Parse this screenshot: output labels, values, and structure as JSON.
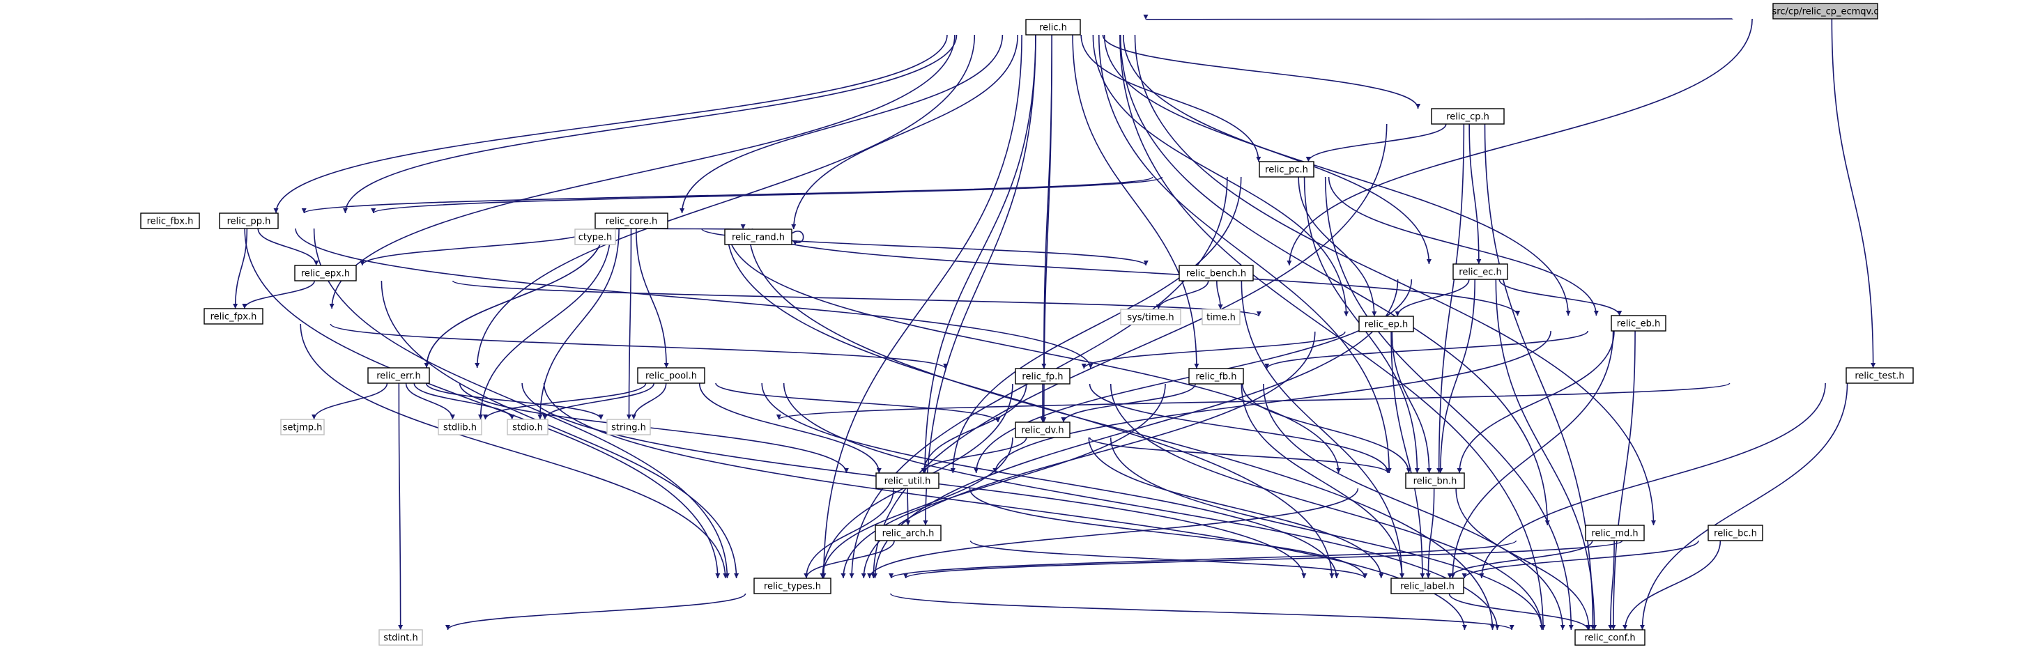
{
  "colors": {
    "edge": "#191970",
    "root_fill": "#bfbfbf",
    "node_border": "#000000",
    "external_border": "#bfbfbf"
  },
  "nodes": [
    {
      "id": "root",
      "label": "src/cp/relic_cp_ecmqv.c",
      "kind": "root"
    },
    {
      "id": "relic",
      "label": "relic.h"
    },
    {
      "id": "relic_cp",
      "label": "relic_cp.h"
    },
    {
      "id": "relic_pc",
      "label": "relic_pc.h"
    },
    {
      "id": "relic_fbx",
      "label": "relic_fbx.h"
    },
    {
      "id": "relic_pp",
      "label": "relic_pp.h"
    },
    {
      "id": "relic_core",
      "label": "relic_core.h"
    },
    {
      "id": "ctype",
      "label": "ctype.h",
      "kind": "external"
    },
    {
      "id": "relic_rand",
      "label": "relic_rand.h"
    },
    {
      "id": "relic_bench",
      "label": "relic_bench.h"
    },
    {
      "id": "relic_ec",
      "label": "relic_ec.h"
    },
    {
      "id": "relic_epx",
      "label": "relic_epx.h"
    },
    {
      "id": "relic_fpx",
      "label": "relic_fpx.h"
    },
    {
      "id": "sys_time",
      "label": "sys/time.h",
      "kind": "external"
    },
    {
      "id": "time",
      "label": "time.h",
      "kind": "external"
    },
    {
      "id": "relic_ep",
      "label": "relic_ep.h"
    },
    {
      "id": "relic_eb",
      "label": "relic_eb.h"
    },
    {
      "id": "relic_err",
      "label": "relic_err.h"
    },
    {
      "id": "relic_pool",
      "label": "relic_pool.h"
    },
    {
      "id": "relic_fp",
      "label": "relic_fp.h"
    },
    {
      "id": "relic_fb",
      "label": "relic_fb.h"
    },
    {
      "id": "relic_test",
      "label": "relic_test.h"
    },
    {
      "id": "setjmp",
      "label": "setjmp.h",
      "kind": "external"
    },
    {
      "id": "stdlib",
      "label": "stdlib.h",
      "kind": "external"
    },
    {
      "id": "stdio",
      "label": "stdio.h",
      "kind": "external"
    },
    {
      "id": "string",
      "label": "string.h",
      "kind": "external"
    },
    {
      "id": "relic_dv",
      "label": "relic_dv.h"
    },
    {
      "id": "relic_util",
      "label": "relic_util.h"
    },
    {
      "id": "relic_bn",
      "label": "relic_bn.h"
    },
    {
      "id": "relic_arch",
      "label": "relic_arch.h"
    },
    {
      "id": "relic_md",
      "label": "relic_md.h"
    },
    {
      "id": "relic_bc",
      "label": "relic_bc.h"
    },
    {
      "id": "relic_types",
      "label": "relic_types.h"
    },
    {
      "id": "relic_label",
      "label": "relic_label.h"
    },
    {
      "id": "stdint",
      "label": "stdint.h",
      "kind": "external"
    },
    {
      "id": "relic_conf",
      "label": "relic_conf.h"
    }
  ],
  "edges": [
    [
      "root",
      "relic"
    ],
    [
      "root",
      "relic_bench"
    ],
    [
      "root",
      "relic_test"
    ],
    [
      "relic",
      "relic_cp"
    ],
    [
      "relic",
      "relic_pc"
    ],
    [
      "relic",
      "relic_fbx"
    ],
    [
      "relic",
      "relic_pp"
    ],
    [
      "relic",
      "relic_core"
    ],
    [
      "relic",
      "relic_rand"
    ],
    [
      "relic",
      "relic_ec"
    ],
    [
      "relic",
      "relic_fpx"
    ],
    [
      "relic",
      "relic_ep"
    ],
    [
      "relic",
      "relic_eb"
    ],
    [
      "relic",
      "relic_err"
    ],
    [
      "relic",
      "relic_fp"
    ],
    [
      "relic",
      "relic_fb"
    ],
    [
      "relic",
      "relic_dv"
    ],
    [
      "relic",
      "relic_util"
    ],
    [
      "relic",
      "relic_bn"
    ],
    [
      "relic",
      "relic_arch"
    ],
    [
      "relic",
      "relic_md"
    ],
    [
      "relic",
      "relic_bc"
    ],
    [
      "relic",
      "relic_types"
    ],
    [
      "relic",
      "relic_conf"
    ],
    [
      "relic_cp",
      "relic_pc"
    ],
    [
      "relic_cp",
      "relic_ec"
    ],
    [
      "relic_cp",
      "relic_bn"
    ],
    [
      "relic_cp",
      "relic_types"
    ],
    [
      "relic_cp",
      "relic_conf"
    ],
    [
      "relic_pc",
      "relic_fbx"
    ],
    [
      "relic_pc",
      "relic_pp"
    ],
    [
      "relic_pc",
      "relic_ep"
    ],
    [
      "relic_pc",
      "relic_eb"
    ],
    [
      "relic_pc",
      "relic_bn"
    ],
    [
      "relic_pc",
      "relic_util"
    ],
    [
      "relic_pc",
      "relic_types"
    ],
    [
      "relic_pc",
      "relic_conf"
    ],
    [
      "relic_fbx",
      "relic_fb"
    ],
    [
      "relic_fbx",
      "relic_types"
    ],
    [
      "relic_pp",
      "relic_epx"
    ],
    [
      "relic_pp",
      "relic_fpx"
    ],
    [
      "relic_pp",
      "relic_types"
    ],
    [
      "relic_core",
      "ctype"
    ],
    [
      "relic_core",
      "relic_rand"
    ],
    [
      "relic_core",
      "relic_bench"
    ],
    [
      "relic_core",
      "relic_epx"
    ],
    [
      "relic_core",
      "relic_err"
    ],
    [
      "relic_core",
      "relic_pool"
    ],
    [
      "relic_core",
      "stdlib"
    ],
    [
      "relic_core",
      "stdio"
    ],
    [
      "relic_core",
      "string"
    ],
    [
      "relic_core",
      "relic_eb"
    ],
    [
      "relic_core",
      "relic_bn"
    ],
    [
      "relic_core",
      "relic_label"
    ],
    [
      "relic_core",
      "relic_conf"
    ],
    [
      "relic_rand",
      "relic_rand"
    ],
    [
      "relic_bench",
      "sys_time"
    ],
    [
      "relic_bench",
      "time"
    ],
    [
      "relic_bench",
      "relic_label"
    ],
    [
      "relic_ec",
      "relic_ep"
    ],
    [
      "relic_ec",
      "relic_eb"
    ],
    [
      "relic_ec",
      "relic_bn"
    ],
    [
      "relic_ec",
      "relic_util"
    ],
    [
      "relic_ec",
      "relic_types"
    ],
    [
      "relic_ec",
      "relic_conf"
    ],
    [
      "relic_epx",
      "relic_ep"
    ],
    [
      "relic_epx",
      "relic_fpx"
    ],
    [
      "relic_epx",
      "relic_types"
    ],
    [
      "relic_fpx",
      "relic_fp"
    ],
    [
      "relic_fpx",
      "relic_types"
    ],
    [
      "relic_ep",
      "relic_fp"
    ],
    [
      "relic_ep",
      "relic_bn"
    ],
    [
      "relic_ep",
      "relic_types"
    ],
    [
      "relic_ep",
      "relic_label"
    ],
    [
      "relic_eb",
      "relic_fb"
    ],
    [
      "relic_eb",
      "relic_bn"
    ],
    [
      "relic_eb",
      "relic_label"
    ],
    [
      "relic_eb",
      "relic_util"
    ],
    [
      "relic_eb",
      "relic_conf"
    ],
    [
      "relic_err",
      "setjmp"
    ],
    [
      "relic_err",
      "stdlib"
    ],
    [
      "relic_err",
      "stdio"
    ],
    [
      "relic_err",
      "string"
    ],
    [
      "relic_err",
      "relic_util"
    ],
    [
      "relic_err",
      "relic_label"
    ],
    [
      "relic_err",
      "relic_core"
    ],
    [
      "relic_err",
      "stdint"
    ],
    [
      "relic_err",
      "relic_conf"
    ],
    [
      "relic_pool",
      "stdlib"
    ],
    [
      "relic_pool",
      "stdio"
    ],
    [
      "relic_pool",
      "string"
    ],
    [
      "relic_pool",
      "relic_dv"
    ],
    [
      "relic_pool",
      "relic_util"
    ],
    [
      "relic_pool",
      "relic_label"
    ],
    [
      "relic_pool",
      "relic_conf"
    ],
    [
      "relic_fp",
      "relic_dv"
    ],
    [
      "relic_fp",
      "relic_bn"
    ],
    [
      "relic_fp",
      "relic_util"
    ],
    [
      "relic_fp",
      "relic_types"
    ],
    [
      "relic_fp",
      "relic_conf"
    ],
    [
      "relic_fb",
      "relic_dv"
    ],
    [
      "relic_fb",
      "relic_bn"
    ],
    [
      "relic_fb",
      "relic_types"
    ],
    [
      "relic_fb",
      "relic_label"
    ],
    [
      "relic_fb",
      "relic_conf"
    ],
    [
      "relic_test",
      "string"
    ],
    [
      "relic_test",
      "relic_label"
    ],
    [
      "relic_test",
      "relic_conf"
    ],
    [
      "relic_dv",
      "relic_util"
    ],
    [
      "relic_dv",
      "relic_bn"
    ],
    [
      "relic_dv",
      "relic_types"
    ],
    [
      "relic_dv",
      "relic_label"
    ],
    [
      "relic_dv",
      "relic_conf"
    ],
    [
      "relic_util",
      "relic_arch"
    ],
    [
      "relic_util",
      "relic_types"
    ],
    [
      "relic_util",
      "relic_label"
    ],
    [
      "relic_bn",
      "relic_types"
    ],
    [
      "relic_bn",
      "relic_label"
    ],
    [
      "relic_bn",
      "relic_conf"
    ],
    [
      "relic_arch",
      "relic_types"
    ],
    [
      "relic_arch",
      "relic_label"
    ],
    [
      "relic_md",
      "relic_types"
    ],
    [
      "relic_md",
      "relic_label"
    ],
    [
      "relic_md",
      "relic_conf"
    ],
    [
      "relic_bc",
      "relic_types"
    ],
    [
      "relic_bc",
      "relic_label"
    ],
    [
      "relic_bc",
      "relic_conf"
    ],
    [
      "relic_types",
      "stdint"
    ],
    [
      "relic_types",
      "relic_conf"
    ],
    [
      "relic_label",
      "relic_conf"
    ]
  ]
}
